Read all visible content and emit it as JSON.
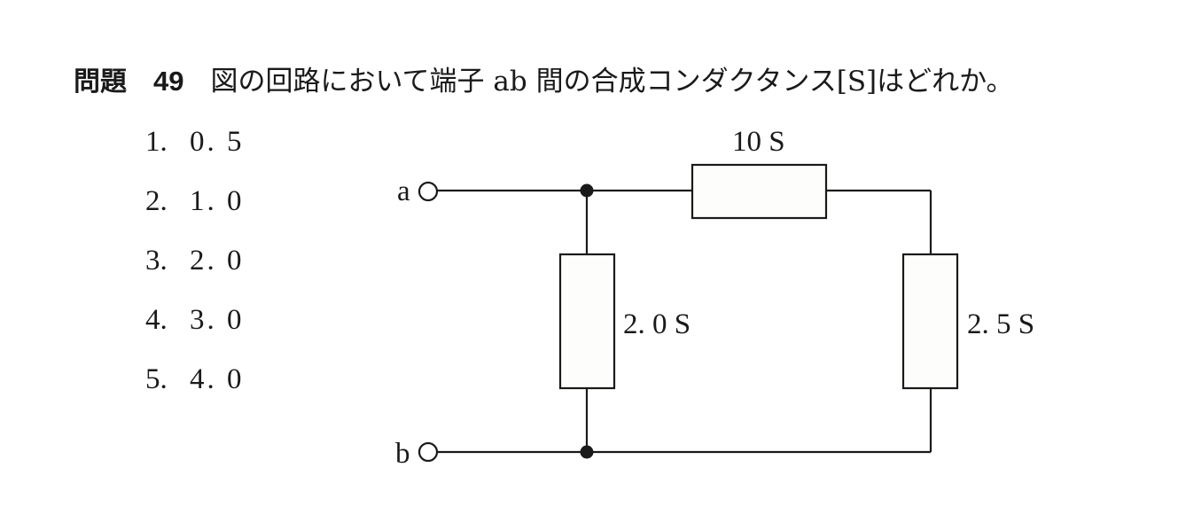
{
  "question": {
    "label": "問題",
    "number": "49",
    "text": "図の回路において端子 ab 間の合成コンダクタンス[S]はどれか。"
  },
  "choices": [
    {
      "num": "1.",
      "value": "0. 5"
    },
    {
      "num": "2.",
      "value": "1. 0"
    },
    {
      "num": "3.",
      "value": "2. 0"
    },
    {
      "num": "4.",
      "value": "3. 0"
    },
    {
      "num": "5.",
      "value": "4. 0"
    }
  ],
  "circuit": {
    "terminal_a": "a",
    "terminal_b": "b",
    "series_conductance_label": "10 S",
    "left_shunt_label": "2. 0 S",
    "right_shunt_label": "2. 5 S",
    "line_color": "#1a1a1a"
  }
}
